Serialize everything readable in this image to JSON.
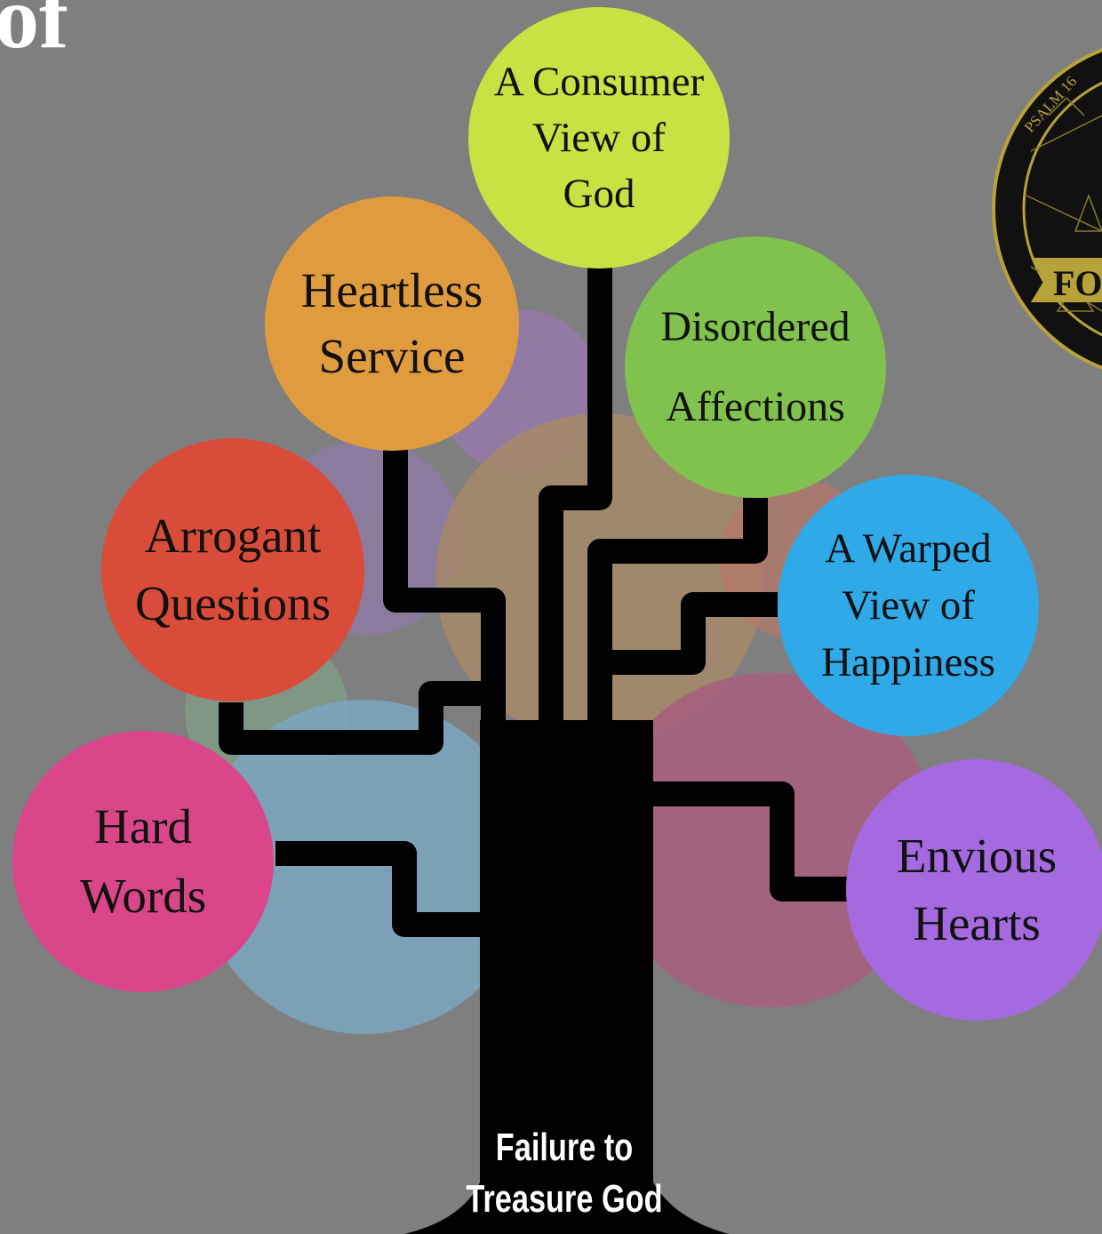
{
  "corner_text": "of",
  "trunk": {
    "line1": "Failure to",
    "line2": "Treasure God"
  },
  "nodes": {
    "consumer": {
      "line1": "A Consumer",
      "line2": "View of",
      "line3": "God",
      "color": "#c8e143"
    },
    "heartless": {
      "line1": "Heartless",
      "line2": "Service",
      "color": "#e09b3e"
    },
    "disordered": {
      "line1": "Disordered",
      "line2": "Affections",
      "color": "#80c24d"
    },
    "arrogant": {
      "line1": "Arrogant",
      "line2": "Questions",
      "color": "#d94c39"
    },
    "warped": {
      "line1": "A Warped",
      "line2": "View of",
      "line3": "Happiness",
      "color": "#30a9e8"
    },
    "hard": {
      "line1": "Hard",
      "line2": "Words",
      "color": "#d9478a"
    },
    "envious": {
      "line1": "Envious",
      "line2": "Hearts",
      "color": "#a56ae0"
    }
  },
  "seal": {
    "text_top": "PSALM 16",
    "text_center": "FO"
  },
  "colors": {
    "background": "#7f7f7f",
    "trunk": "#000000",
    "seal_ring": "#b8a23a"
  }
}
